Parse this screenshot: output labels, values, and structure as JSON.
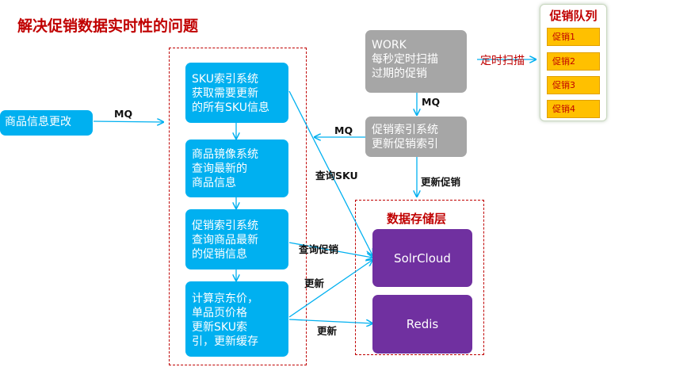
{
  "title": "解决促销数据实时性的问题",
  "nodes": {
    "product_change": "商品信息更改",
    "sku_index": "SKU索引系统\n获取需要更新\n的所有SKU信息",
    "product_mirror": "商品镜像系统\n查询最新的\n商品信息",
    "promo_index_query": "促销索引系统\n查询商品最新\n的促销信息",
    "compute": "计算京东价，\n单品页价格\n更新SKU索\n引，更新缓存",
    "work": "WORK\n每秒定时扫描\n过期的促销",
    "promo_index_update": "促销索引系统\n更新促销索引",
    "solrcloud": "SolrCloud",
    "redis": "Redis"
  },
  "storage_layer_title": "数据存储层",
  "queue": {
    "title": "促销队列",
    "items": [
      "促销1",
      "促销2",
      "促销3",
      "促销4"
    ]
  },
  "edge_labels": {
    "mq_left": "MQ",
    "mq_work": "MQ",
    "mq_promo": "MQ",
    "scheduled_scan": "定时扫描",
    "query_sku": "查询SKU",
    "update_promo": "更新促销",
    "query_promo": "查询促销",
    "update_1": "更新",
    "update_2": "更新"
  },
  "colors": {
    "blue": "#00b0f0",
    "gray": "#a6a6a6",
    "purple": "#7030a0",
    "red": "#c00000",
    "yellow": "#ffc000"
  }
}
